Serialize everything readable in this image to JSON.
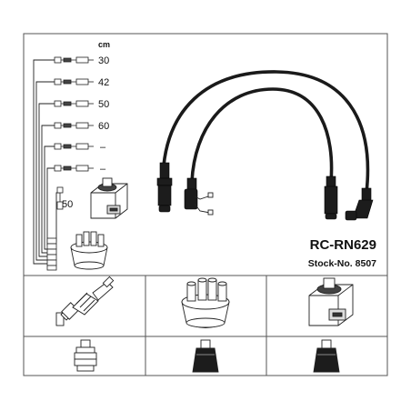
{
  "unit_label": "cm",
  "lead_lengths": [
    "30",
    "42",
    "50",
    "60",
    "–",
    "–"
  ],
  "coil_lead_length": "50",
  "part_number": "RC-RN629",
  "stock_number": "Stock-No. 8507",
  "bottom_panels": [
    "spark-plug",
    "distributor-cap",
    "ignition-coil"
  ],
  "colors": {
    "line": "#222222",
    "cable": "#1a1a1a",
    "frame": "#555555"
  }
}
